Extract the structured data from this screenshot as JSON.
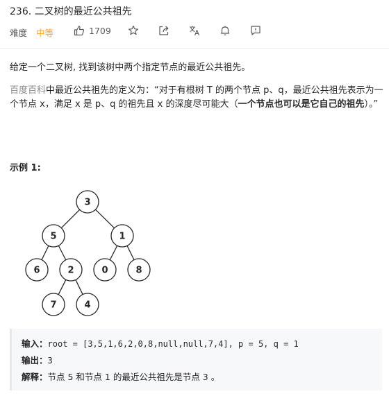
{
  "header": {
    "title": "236. 二叉树的最近公共祖先",
    "difficulty_label": "难度",
    "difficulty_value": "中等",
    "likes": "1709",
    "icons": [
      "thumbs-up-icon",
      "star-icon",
      "share-icon",
      "translate-icon",
      "bell-icon",
      "feedback-icon"
    ]
  },
  "description": {
    "p1": "给定一个二叉树, 找到该树中两个指定节点的最近公共祖先。",
    "p2_link": "百度百科",
    "p2_text": "中最近公共祖先的定义为：“对于有根树 T 的两个节点 p、q，最近公共祖先表示为一个节点 x，满足 x 是 p、q 的祖先且 x 的深度尽可能大（",
    "p2_bold": "一个节点也可以是它自己的祖先",
    "p2_end": "）。”"
  },
  "example": {
    "title": "示例 1:",
    "tree_nodes": [
      "3",
      "5",
      "1",
      "6",
      "2",
      "0",
      "8",
      "7",
      "4"
    ],
    "input_label": "输入：",
    "input_value": "root = [3,5,1,6,2,0,8,null,null,7,4], p = 5, q = 1",
    "output_label": "输出：",
    "output_value": "3",
    "explain_label": "解释：",
    "explain_value": "节点 5 和节点 1 的最近公共祖先是节点 3 。"
  },
  "colors": {
    "accent_medium": "#ffa116",
    "link_gray": "#8c8c8c",
    "code_bg": "#f7f8fa"
  }
}
